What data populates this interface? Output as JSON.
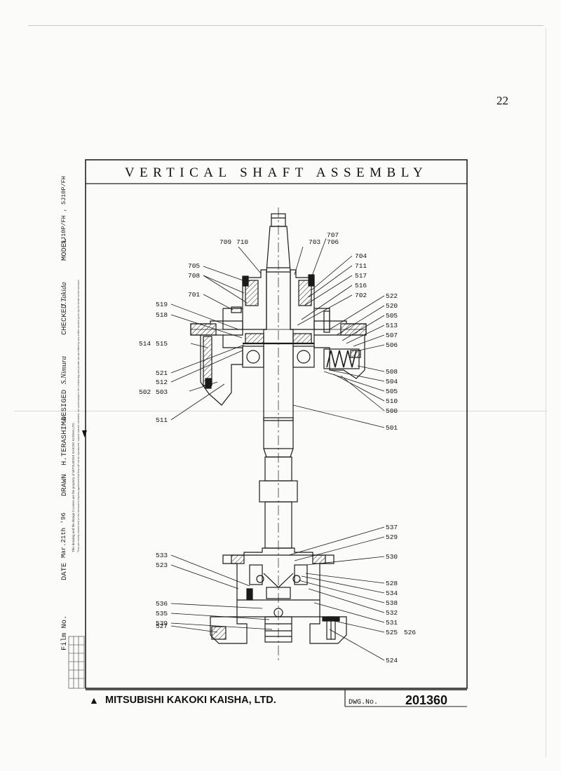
{
  "page_number": "22",
  "drawing": {
    "title": "VERTICAL SHAFT ASSEMBLY",
    "company": "MITSUBISHI KAKOKI KAISHA, LTD.",
    "dwg_label": "DWG.No.",
    "dwg_number": "201360"
  },
  "title_block": {
    "model_label": "MODEL",
    "model_value": "SJ10P/FH , SJ10P/FH",
    "checked_label": "CHECKED",
    "checked_value": "J.Takida",
    "designed_label": "DESIGED",
    "designed_value": "S.Nimura",
    "drawn_label": "DRAWN",
    "drawn_value": "H.TERASHIMA",
    "date_label": "DATE",
    "date_value": "Mar.21th '96",
    "film_label": "Film No."
  },
  "notice": {
    "line1": "This drawing and the design it covers are the property of MITSUBISHI KAKOKI KAISHA,LTD.",
    "line2": "They are merely loaned and on the borrower's express agreement that they will not be reproduced, copied, loaned, exhibited, nor used except in the limited way and private use permitted by any written consent given by the lender to the borrower."
  },
  "part_labels": {
    "top_left": [
      "709",
      "710",
      "705",
      "708",
      "701",
      "519",
      "518",
      "514",
      "515",
      "521",
      "512",
      "502",
      "503",
      "511"
    ],
    "top_right": [
      "707",
      "703",
      "706",
      "704",
      "711",
      "517",
      "516",
      "702",
      "522",
      "520",
      "505",
      "513",
      "507",
      "506",
      "508",
      "504",
      "505",
      "510",
      "500",
      "501"
    ],
    "bottom_left": [
      "533",
      "523",
      "536",
      "535",
      "539",
      "527"
    ],
    "bottom_right": [
      "537",
      "529",
      "530",
      "528",
      "534",
      "538",
      "532",
      "531",
      "525",
      "526",
      "524"
    ]
  },
  "colors": {
    "ink": "#1a1a1a",
    "paper": "#fbfbfa",
    "frame": "#222222"
  }
}
